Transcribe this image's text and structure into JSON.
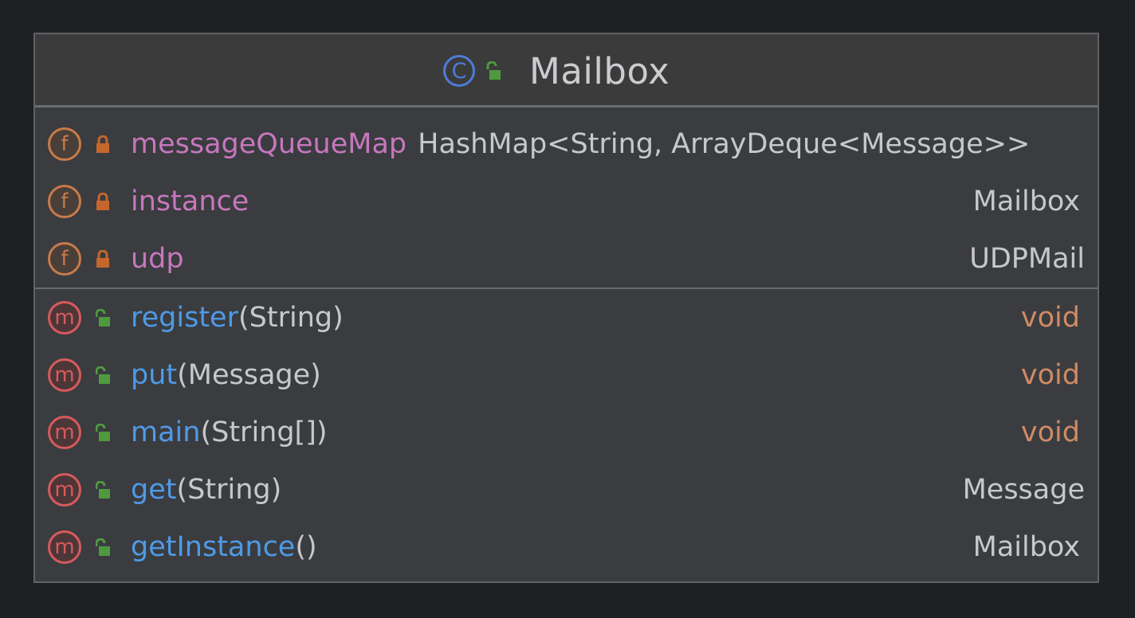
{
  "class": {
    "name": "Mailbox",
    "kind_icon_letter": "C",
    "kind_icon": "class-icon",
    "visibility_icon": "unlocked-icon"
  },
  "fields": [
    {
      "name": "messageQueueMap",
      "type": "HashMap<String, ArrayDeque<Message>>",
      "kind_letter": "f",
      "visibility": "private",
      "visibility_icon": "locked-icon"
    },
    {
      "name": "instance",
      "type": "Mailbox",
      "kind_letter": "f",
      "visibility": "private",
      "visibility_icon": "locked-icon"
    },
    {
      "name": "udp",
      "type": "UDPMail",
      "kind_letter": "f",
      "visibility": "private",
      "visibility_icon": "locked-icon"
    }
  ],
  "methods": [
    {
      "name": "register",
      "params": "(String)",
      "return_type": "void",
      "kind_letter": "m",
      "visibility": "public",
      "visibility_icon": "unlocked-icon"
    },
    {
      "name": "put",
      "params": "(Message)",
      "return_type": "void",
      "kind_letter": "m",
      "visibility": "public",
      "visibility_icon": "unlocked-icon"
    },
    {
      "name": "main",
      "params": "(String[])",
      "return_type": "void",
      "kind_letter": "m",
      "visibility": "public",
      "visibility_icon": "unlocked-icon"
    },
    {
      "name": "get",
      "params": "(String)",
      "return_type": "Message",
      "kind_letter": "m",
      "visibility": "public",
      "visibility_icon": "unlocked-icon"
    },
    {
      "name": "getInstance",
      "params": "()",
      "return_type": "Mailbox",
      "kind_letter": "m",
      "visibility": "public",
      "visibility_icon": "unlocked-icon"
    }
  ],
  "colors": {
    "background": "#1f2024",
    "box": "#3a3c40",
    "header": "#3b3b3b",
    "field_name": "#c777bd",
    "method_name": "#4f9ae6",
    "void_type": "#d08a63",
    "type_text": "#c7c8cc",
    "field_icon": "#c77a4a",
    "method_icon": "#d75a5c",
    "class_icon": "#4c7cd8",
    "lock_private": "#c5672c",
    "lock_public": "#4f9a3e"
  }
}
